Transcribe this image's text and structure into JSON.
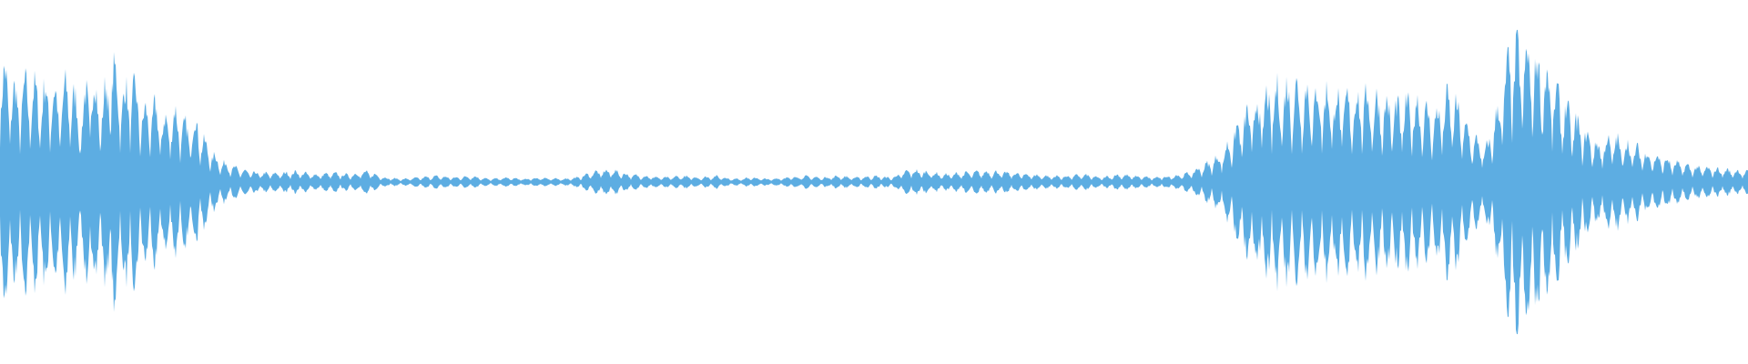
{
  "waveform": {
    "color": "#5DADE2",
    "background": "#FFFFFF",
    "amplitude_envelope": [
      [
        0.0,
        0.8
      ],
      [
        0.004,
        0.72
      ],
      [
        0.01,
        0.6
      ],
      [
        0.016,
        0.68
      ],
      [
        0.022,
        0.62
      ],
      [
        0.028,
        0.65
      ],
      [
        0.034,
        0.58
      ],
      [
        0.04,
        0.7
      ],
      [
        0.046,
        0.45
      ],
      [
        0.052,
        0.75
      ],
      [
        0.058,
        0.52
      ],
      [
        0.064,
        0.82
      ],
      [
        0.07,
        0.62
      ],
      [
        0.076,
        0.68
      ],
      [
        0.082,
        0.48
      ],
      [
        0.088,
        0.52
      ],
      [
        0.094,
        0.42
      ],
      [
        0.1,
        0.48
      ],
      [
        0.106,
        0.38
      ],
      [
        0.112,
        0.42
      ],
      [
        0.118,
        0.25
      ],
      [
        0.124,
        0.16
      ],
      [
        0.13,
        0.12
      ],
      [
        0.136,
        0.09
      ],
      [
        0.142,
        0.07
      ],
      [
        0.15,
        0.06
      ],
      [
        0.16,
        0.06
      ],
      [
        0.17,
        0.07
      ],
      [
        0.18,
        0.05
      ],
      [
        0.19,
        0.06
      ],
      [
        0.2,
        0.05
      ],
      [
        0.21,
        0.07
      ],
      [
        0.22,
        0.03
      ],
      [
        0.23,
        0.02
      ],
      [
        0.24,
        0.03
      ],
      [
        0.25,
        0.04
      ],
      [
        0.26,
        0.03
      ],
      [
        0.27,
        0.04
      ],
      [
        0.28,
        0.02
      ],
      [
        0.29,
        0.03
      ],
      [
        0.3,
        0.02
      ],
      [
        0.31,
        0.03
      ],
      [
        0.32,
        0.02
      ],
      [
        0.33,
        0.03
      ],
      [
        0.34,
        0.07
      ],
      [
        0.35,
        0.08
      ],
      [
        0.36,
        0.05
      ],
      [
        0.37,
        0.04
      ],
      [
        0.38,
        0.03
      ],
      [
        0.39,
        0.04
      ],
      [
        0.4,
        0.03
      ],
      [
        0.41,
        0.04
      ],
      [
        0.42,
        0.02
      ],
      [
        0.43,
        0.03
      ],
      [
        0.44,
        0.02
      ],
      [
        0.45,
        0.03
      ],
      [
        0.46,
        0.04
      ],
      [
        0.47,
        0.03
      ],
      [
        0.48,
        0.04
      ],
      [
        0.49,
        0.03
      ],
      [
        0.5,
        0.04
      ],
      [
        0.51,
        0.03
      ],
      [
        0.52,
        0.08
      ],
      [
        0.53,
        0.07
      ],
      [
        0.54,
        0.05
      ],
      [
        0.55,
        0.06
      ],
      [
        0.56,
        0.07
      ],
      [
        0.57,
        0.07
      ],
      [
        0.58,
        0.06
      ],
      [
        0.59,
        0.05
      ],
      [
        0.6,
        0.04
      ],
      [
        0.61,
        0.04
      ],
      [
        0.62,
        0.05
      ],
      [
        0.63,
        0.03
      ],
      [
        0.64,
        0.05
      ],
      [
        0.65,
        0.04
      ],
      [
        0.66,
        0.03
      ],
      [
        0.67,
        0.04
      ],
      [
        0.68,
        0.06
      ],
      [
        0.69,
        0.12
      ],
      [
        0.7,
        0.2
      ],
      [
        0.71,
        0.42
      ],
      [
        0.72,
        0.55
      ],
      [
        0.73,
        0.62
      ],
      [
        0.74,
        0.65
      ],
      [
        0.75,
        0.62
      ],
      [
        0.76,
        0.6
      ],
      [
        0.77,
        0.56
      ],
      [
        0.78,
        0.6
      ],
      [
        0.79,
        0.55
      ],
      [
        0.8,
        0.52
      ],
      [
        0.81,
        0.55
      ],
      [
        0.82,
        0.45
      ],
      [
        0.83,
        0.6
      ],
      [
        0.84,
        0.35
      ],
      [
        0.85,
        0.22
      ],
      [
        0.858,
        0.55
      ],
      [
        0.864,
        0.88
      ],
      [
        0.87,
        0.9
      ],
      [
        0.876,
        0.85
      ],
      [
        0.882,
        0.8
      ],
      [
        0.89,
        0.62
      ],
      [
        0.898,
        0.48
      ],
      [
        0.906,
        0.35
      ],
      [
        0.914,
        0.25
      ],
      [
        0.922,
        0.3
      ],
      [
        0.93,
        0.26
      ],
      [
        0.938,
        0.22
      ],
      [
        0.946,
        0.18
      ],
      [
        0.954,
        0.15
      ],
      [
        0.962,
        0.12
      ],
      [
        0.97,
        0.1
      ],
      [
        0.98,
        0.09
      ],
      [
        0.99,
        0.08
      ],
      [
        1.0,
        0.07
      ]
    ]
  }
}
